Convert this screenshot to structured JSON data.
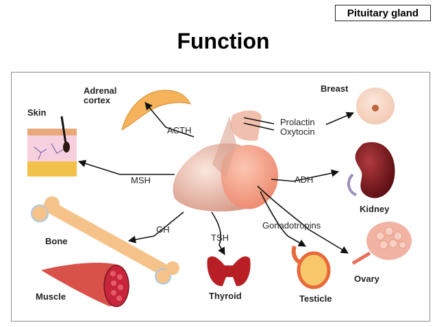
{
  "header": {
    "tag": "Pituitary gland",
    "title": "Function"
  },
  "organs": {
    "adrenal_cortex": [
      "Adrenal",
      "cortex"
    ],
    "skin": "Skin",
    "bone": "Bone",
    "muscle": "Muscle",
    "thyroid": "Thyroid",
    "testicle": "Testicle",
    "ovary": "Ovary",
    "kidney": "Kidney",
    "breast": "Breast"
  },
  "hormones": {
    "acth": "ACTH",
    "msh": "MSH",
    "gh": "GH",
    "tsh": "TSH",
    "gonadotropins": "Gonadotropins",
    "adh": "ADH",
    "prolactin": "Prolactin",
    "oxytocin": "Oxytocin"
  },
  "colors": {
    "gland_anterior": "#e7b7a7",
    "gland_posterior": "#f4a48c",
    "bone": "#f5c38a",
    "muscle": "#d9524a",
    "thyroid": "#b81f24",
    "kidney": "#7a1a1e",
    "ovary": "#f1b3a3",
    "adrenal": "#f4b25a"
  }
}
